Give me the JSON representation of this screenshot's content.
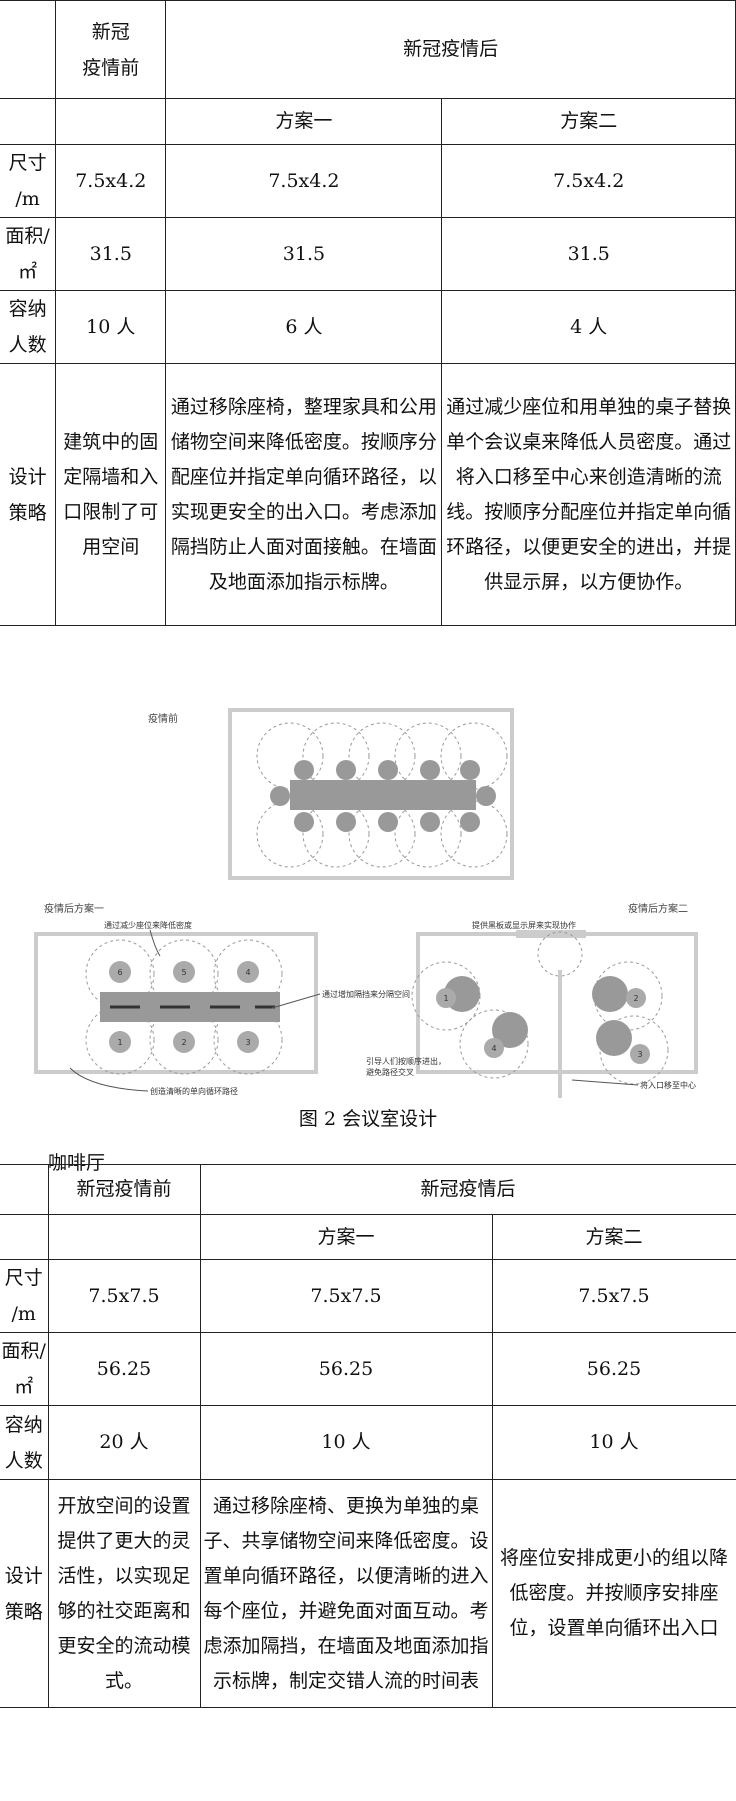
{
  "table1": {
    "header_before": "新冠\n疫情前",
    "header_after": "新冠疫情后",
    "plan1": "方案一",
    "plan2": "方案二",
    "rows": [
      {
        "label": "尺寸\n/m",
        "before": "7.5x4.2",
        "p1": "7.5x4.2",
        "p2": "7.5x4.2"
      },
      {
        "label": "面积/\n㎡",
        "before": "31.5",
        "p1": "31.5",
        "p2": "31.5"
      },
      {
        "label": "容纳\n人数",
        "before": "10 人",
        "p1": "6 人",
        "p2": "4 人"
      }
    ],
    "strategy_label": "设计\n策略",
    "strategy_before": "建筑中的固定隔墙和入口限制了可用空间",
    "strategy_p1": "通过移除座椅，整理家具和公用储物空间来降低密度。按顺序分配座位并指定单向循环路径，以实现更安全的出入口。考虑添加隔挡防止人面对面接触。在墙面及地面添加指示标牌。",
    "strategy_p2": "通过减少座位和用单独的桌子替换单个会议桌来降低人员密度。通过将入口移至中心来创造清晰的流线。按顺序分配座位并指定单向循环路径，以便更安全的进出，并提供显示屏，以方便协作。"
  },
  "figure": {
    "label_before": "疫情前",
    "label_plan1": "疫情后方案一",
    "label_plan2": "疫情后方案二",
    "ann_reduce": "通过减少座位来降低密度",
    "ann_partition": "通过增加隔挡来分隔空间",
    "ann_circulation": "创造清晰的单向循环路径",
    "ann_board": "提供黑板或显示屏来实现协作",
    "ann_guide": "引导人们按顺序进出，\n避免路径交叉",
    "ann_entrance": "将入口移至中心",
    "seats": [
      "6",
      "5",
      "4",
      "1",
      "2",
      "3"
    ],
    "seats2": [
      "1",
      "2",
      "3",
      "4"
    ]
  },
  "caption": "图 2   会议室设计",
  "section_title": "咖啡厅",
  "table2": {
    "header_before": "新冠疫情前",
    "header_after": "新冠疫情后",
    "plan1": "方案一",
    "plan2": "方案二",
    "rows": [
      {
        "label": "尺寸\n/m",
        "before": "7.5x7.5",
        "p1": "7.5x7.5",
        "p2": "7.5x7.5"
      },
      {
        "label": "面积/\n㎡",
        "before": "56.25",
        "p1": "56.25",
        "p2": "56.25"
      },
      {
        "label": "容纳\n人数",
        "before": "20 人",
        "p1": "10 人",
        "p2": "10 人"
      }
    ],
    "strategy_label": "设计\n策略",
    "strategy_before": "开放空间的设置提供了更大的灵活性，以实现足够的社交距离和更安全的流动模式。",
    "strategy_p1": "通过移除座椅、更换为单独的桌子、共享储物空间来降低密度。设置单向循环路径，以便清晰的进入每个座位，并避免面对面互动。考虑添加隔挡，在墙面及地面添加指示标牌，制定交错人流的时间表",
    "strategy_p2": "将座位安排成更小的组以降低密度。并按顺序安排座位，设置单向循环出入口"
  }
}
